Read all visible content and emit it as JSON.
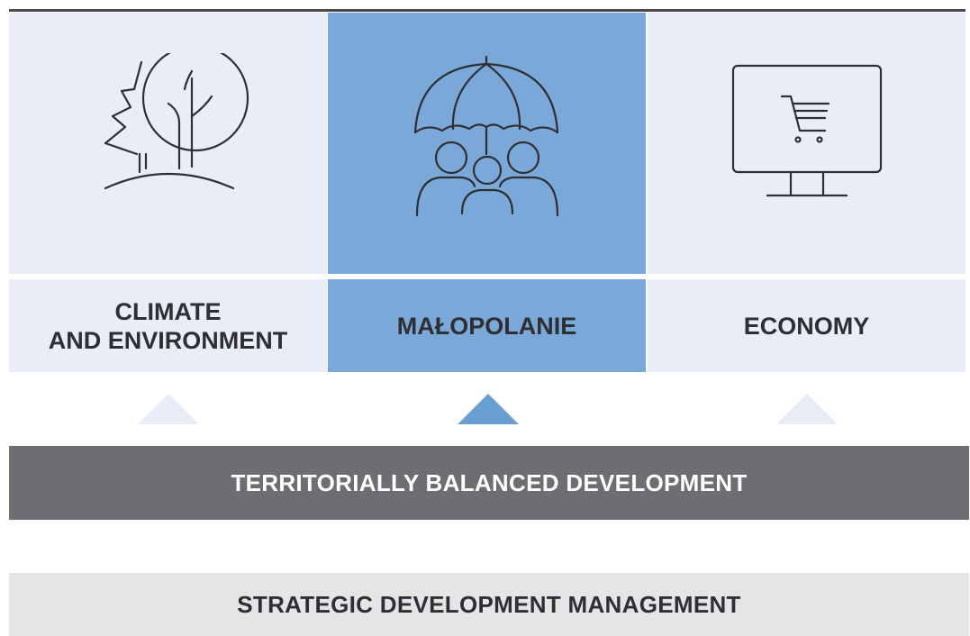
{
  "columns": [
    {
      "label": "CLIMATE\nAND ENVIRONMENT",
      "icon": "tree-icon",
      "highlighted": false
    },
    {
      "label": "MAŁOPOLANIE",
      "icon": "umbrella-people-icon",
      "highlighted": true
    },
    {
      "label": "ECONOMY",
      "icon": "monitor-cart-icon",
      "highlighted": false
    }
  ],
  "bars": {
    "territorial": "TERRITORIALLY BALANCED DEVELOPMENT",
    "strategic": "STRATEGIC DEVELOPMENT MANAGEMENT"
  },
  "colors": {
    "light_panel": "#e8edf7",
    "accent_panel": "#7aa9d9",
    "dark_bar": "#6d6e71",
    "light_bar": "#e5e5e7",
    "text": "#2f2f33"
  }
}
